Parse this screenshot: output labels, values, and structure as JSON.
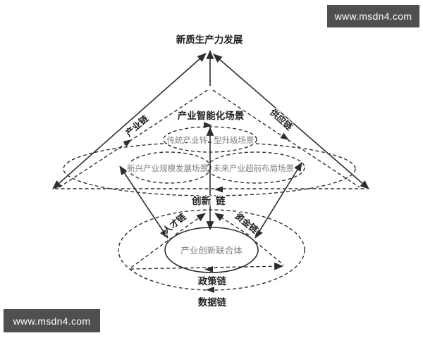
{
  "watermark": {
    "text": "www.msdn4.com",
    "bg": "#4f4f4f",
    "fg": "#ffffff"
  },
  "title": "新质生产力发展",
  "scene_layer": {
    "apex_label": "产业智能化场景",
    "traditional_left": "传统产业转",
    "traditional_right": "型升级场景",
    "emerging": "新兴产业规模发展场景",
    "future": "未来产业超前布局场景"
  },
  "chains": {
    "industry": "产业链",
    "supply": "供应链",
    "innovation_left": "创新",
    "innovation_right": "链",
    "talent": "人才链",
    "capital": "资金链",
    "policy": "政策链",
    "data": "数据链"
  },
  "consortium_label": "产业创新联合体",
  "colors": {
    "line": "#2e2e2e",
    "text_dark": "#1f1f1f",
    "text_gray": "#808080",
    "background": "#ffffff"
  }
}
